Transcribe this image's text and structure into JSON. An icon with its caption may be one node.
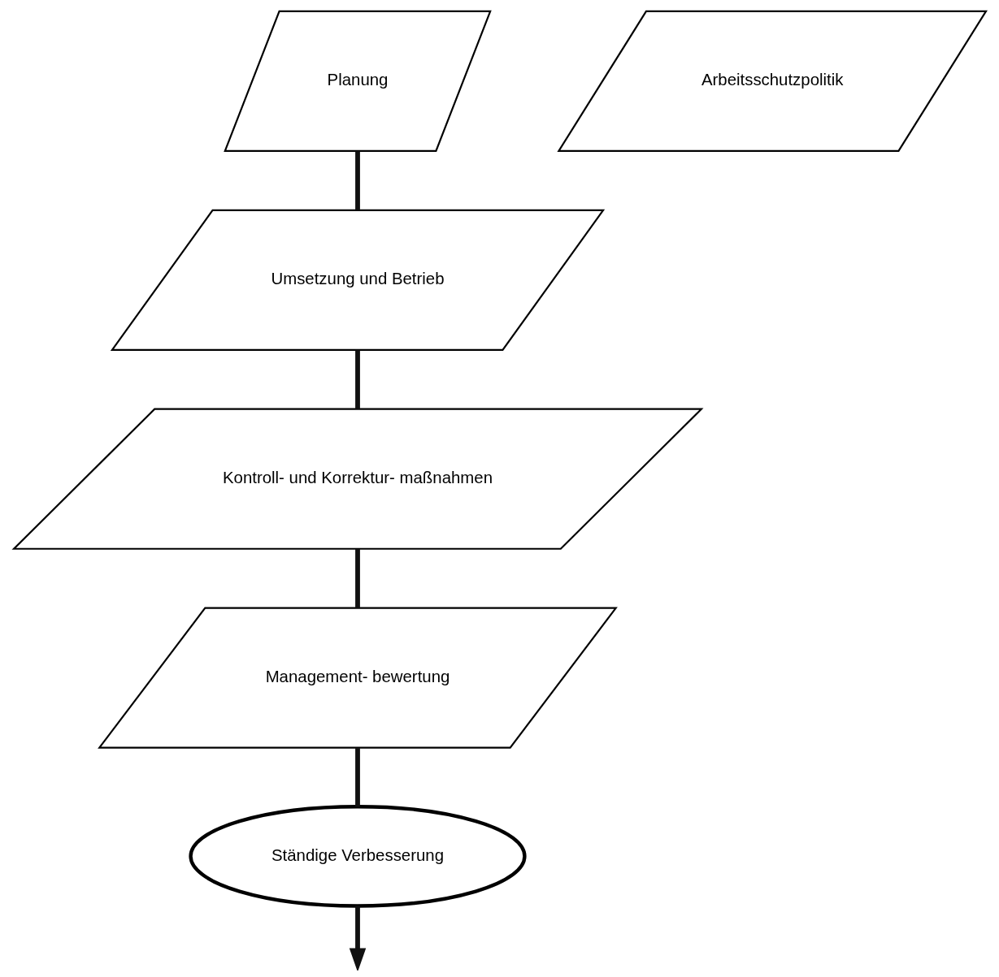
{
  "diagram": {
    "nodes": [
      {
        "text": [
          "Ständige Verbesserung"
        ]
      },
      {
        "text": [
          "Arbeitsschutzpolitik"
        ]
      },
      {
        "text": [
          "Management- bewertung"
        ]
      },
      {
        "text": [
          "Planung"
        ]
      },
      {
        "text": [
          "Kontroll- und Korrektur- maßnahmen"
        ]
      },
      {
        "text": [
          "Umsetzung und Betrieb"
        ]
      }
    ],
    "edges": [
      {
        "from": 3,
        "to": 5,
        "arrow": "none"
      },
      {
        "from": 5,
        "to": 4,
        "arrow": "none"
      },
      {
        "from": 4,
        "to": 2,
        "arrow": "none"
      },
      {
        "from": 2,
        "to": 0,
        "arrow": "none"
      },
      {
        "from": 0,
        "to": null,
        "arrow": "to"
      }
    ]
  }
}
